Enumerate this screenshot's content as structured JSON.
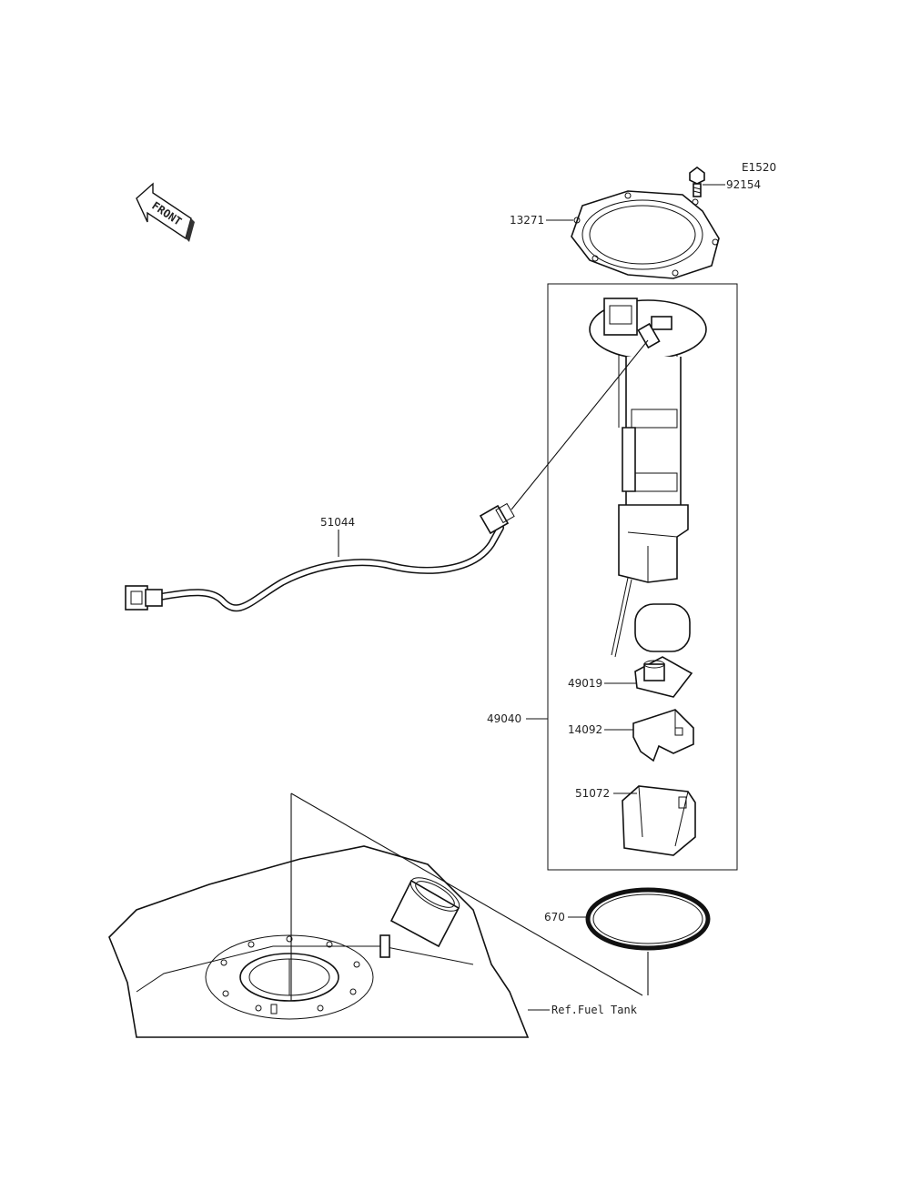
{
  "diagram": {
    "figure_code": "E1520",
    "front_arrow_label": "FRONT",
    "callouts": [
      {
        "id": "bolt",
        "label": "92154"
      },
      {
        "id": "gasket-plate",
        "label": "13271"
      },
      {
        "id": "fuel-hose",
        "label": "51044"
      },
      {
        "id": "strainer",
        "label": "49019"
      },
      {
        "id": "pump-assy",
        "label": "49040"
      },
      {
        "id": "cover",
        "label": "14092"
      },
      {
        "id": "holder",
        "label": "51072"
      },
      {
        "id": "o-ring",
        "label": "670"
      },
      {
        "id": "fuel-tank-ref",
        "label": "Ref.Fuel Tank"
      }
    ]
  }
}
